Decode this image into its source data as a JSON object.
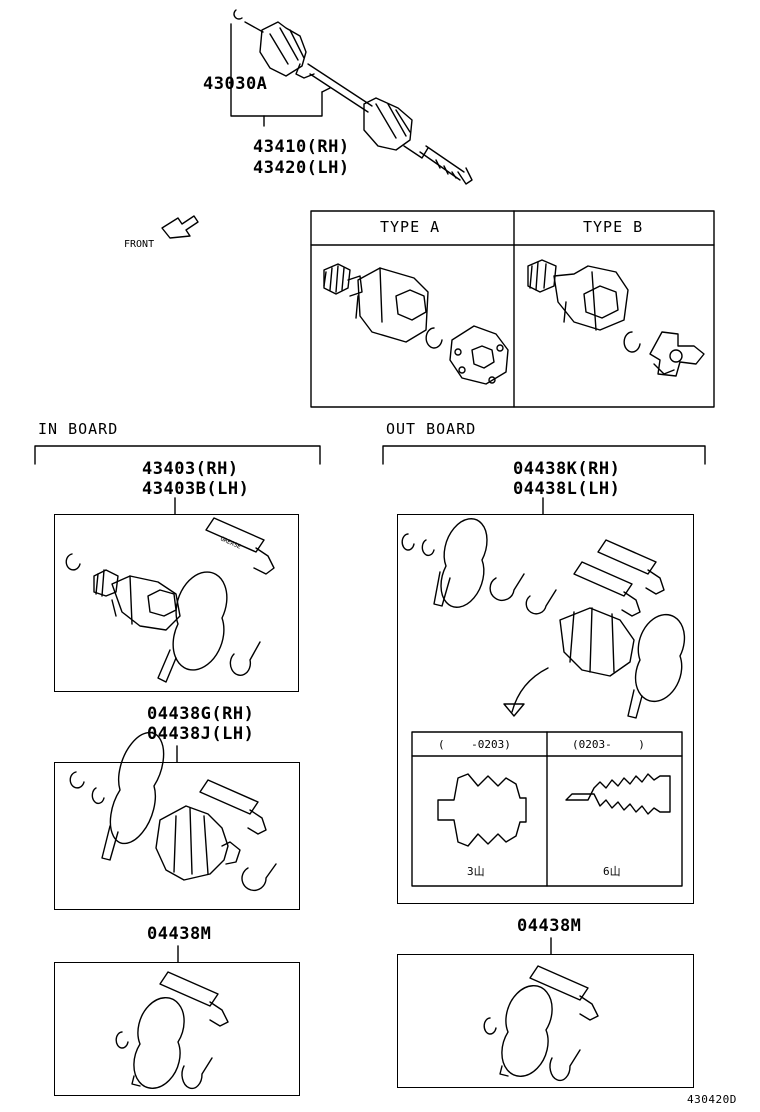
{
  "top": {
    "pn_boot_kit": "43030A",
    "pn_shaft_rh": "43410(RH)",
    "pn_shaft_lh": "43420(LH)",
    "front_label": "FRONT"
  },
  "types": {
    "type_a": "TYPE A",
    "type_b": "TYPE B"
  },
  "inboard": {
    "heading": "IN BOARD",
    "joint_rh": "43403(RH)",
    "joint_lh": "43403B(LH)",
    "boot_rh": "04438G(RH)",
    "boot_lh": "04438J(LH)",
    "kit": "04438M"
  },
  "outboard": {
    "heading": "OUT BOARD",
    "boot_rh": "04438K(RH)",
    "boot_lh": "04438L(LH)",
    "period_before": "(    -0203)",
    "period_after": "(0203-    )",
    "count_before": "3山",
    "count_after": "6山",
    "kit": "04438M"
  },
  "grease_label": "GREASE",
  "footer_code": "430420D"
}
